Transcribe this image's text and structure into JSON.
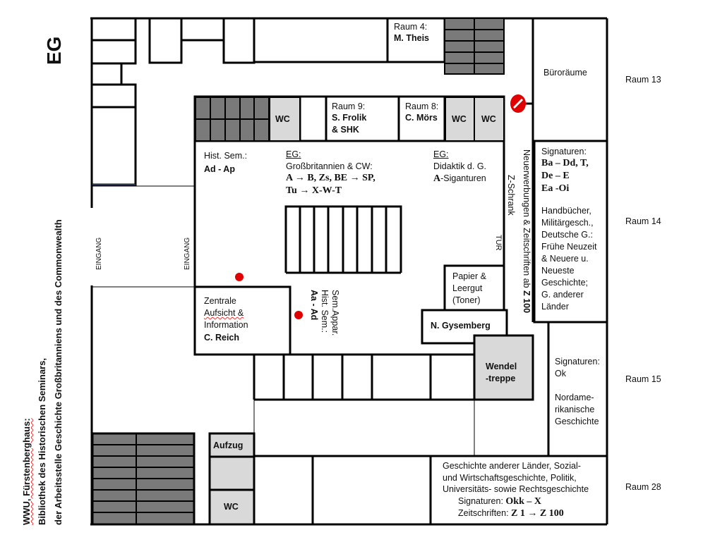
{
  "floor_label": "EG",
  "title": {
    "line1": "WWU, Fürstenberghaus:",
    "line2": "Bibliothek des Historischen Seminars,",
    "line3": "der Arbeitsstelle Geschichte Großbritanniens und des Commonwealth"
  },
  "rooms": {
    "raum4": {
      "label": "Raum 4:",
      "name": "M. Theis"
    },
    "raum9": {
      "label": "Raum 9:",
      "name1": "S. Frolik",
      "name2": "& SHK"
    },
    "raum8": {
      "label": "Raum 8:",
      "name": "C. Mörs"
    },
    "wc": "WC",
    "bueroraeume": "Büroräume",
    "aufzug": "Aufzug",
    "wendeltreppe1": "Wendel",
    "wendeltreppe2": "-treppe",
    "papier1": "Papier &",
    "papier2": "Leergut",
    "papier3": "(Toner)",
    "gysemberg": "N. Gysemberg",
    "zentrale1": "Zentrale",
    "zentrale2": "Aufsicht &",
    "zentrale3": "Information",
    "zentrale4": "C. Reich"
  },
  "hall": {
    "hist_sem_label": "Hist. Sem.:",
    "hist_sem_sig": "Ad - Ap",
    "gb_eg": "EG:",
    "gb_label": "Großbritannien & CW:",
    "gb_sig1": "A → B, Zs, BE → SP,",
    "gb_sig2": "Tu → X-W-T",
    "did_eg": "EG:",
    "did_label": "Didaktik d. G.",
    "did_sig_bold": "A",
    "did_sig_rest": "-Siganturen",
    "sem_appar1": "Sem.Appar.",
    "sem_appar2": "Hist. Sem.:",
    "sem_appar3": "Aa - Ad",
    "eingang": "EINGANG",
    "tur": "TUR",
    "neuerwerbungen": "Neuerwerbungen & Zeitschriften ab ",
    "neuerwerbungen_bold": "Z 100",
    "zschrank": "Z-Schrank"
  },
  "raum14": {
    "sig_label": "Signaturen:",
    "sig1": "Ba – Dd, T,",
    "sig2": "De – E",
    "sig3": "Ea -Oi",
    "desc": [
      "Handbücher,",
      "Militärgesch.,",
      "Deutsche G.:",
      "Frühe Neuzeit",
      "& Neuere u.",
      "Neueste",
      "Geschichte;",
      "G. anderer",
      "Länder"
    ]
  },
  "raum15": {
    "sig_label": "Signaturen:",
    "sig": "Ok",
    "desc": [
      "Nordame-",
      "rikanische",
      "Geschichte"
    ]
  },
  "raum28": {
    "line1": "Geschichte anderer Länder, Sozial-",
    "line2": "und Wirtschaftsgeschichte, Politik,",
    "line3": "Universitäts- sowie Rechtsgeschichte",
    "sig_label": "Signaturen: ",
    "sig": "Okk – X",
    "zs_label": "Zeitschriften: ",
    "zs": "Z 1 → Z 100"
  },
  "side_labels": [
    "Raum 13",
    "Raum 14",
    "Raum 15",
    "Raum 28"
  ],
  "colors": {
    "wall": "#000000",
    "shelf": "#7a7a7a",
    "wc": "#d9d9d9",
    "marker": "#e00000"
  }
}
